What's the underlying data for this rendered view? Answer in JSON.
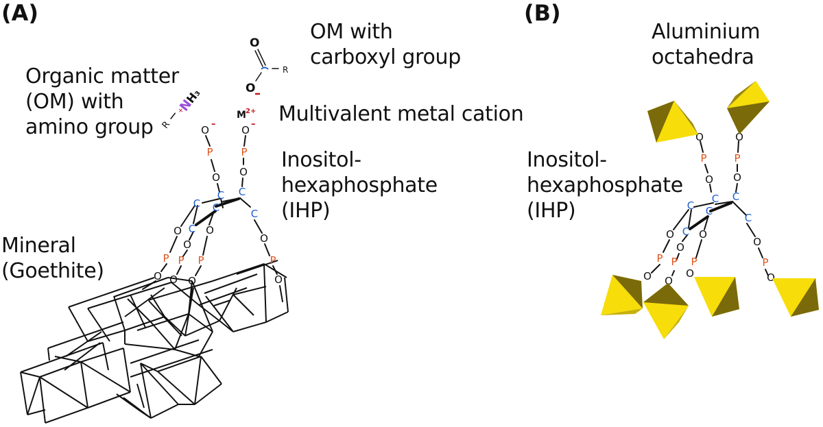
{
  "figure": {
    "panels": [
      {
        "tag": "(A)",
        "labels": {
          "om_amino": [
            "Organic matter",
            "(OM) with",
            "amino group"
          ],
          "om_carboxyl": [
            "OM with",
            "carboxyl group"
          ],
          "metal_cation": "Multivalent metal cation",
          "ihp": [
            "Inositol-",
            "hexaphosphate",
            "(IHP)"
          ],
          "mineral": [
            "Mineral",
            "(Goethite)"
          ]
        },
        "chem": {
          "amino_group": {
            "R": "R",
            "charge": "+",
            "N": "N",
            "H3": "H₃"
          },
          "carboxyl_group": {
            "O_double": "O",
            "C": "C",
            "R": "R",
            "O_minus": "O",
            "minus": "–"
          },
          "metal": {
            "symbol": "M",
            "charge": "2+"
          },
          "phosphate_anion_O": "O",
          "anion_charge": "–"
        }
      },
      {
        "tag": "(B)",
        "labels": {
          "aluminium": [
            "Aluminium",
            "octahedra"
          ],
          "ihp": [
            "Inositol-",
            "hexaphosphate",
            "(IHP)"
          ]
        }
      }
    ],
    "atoms": {
      "O": "O",
      "P": "P",
      "C": "C"
    },
    "colors": {
      "oxygen": "#111111",
      "phosphorus": "#e0531c",
      "carbon": "#1f5fd1",
      "nitrogen": "#9b4fd6",
      "charge": "#c0161b",
      "aluminium_octahedron_light": "#f7dd0a",
      "aluminium_octahedron_dark": "#7a6a0a"
    }
  }
}
